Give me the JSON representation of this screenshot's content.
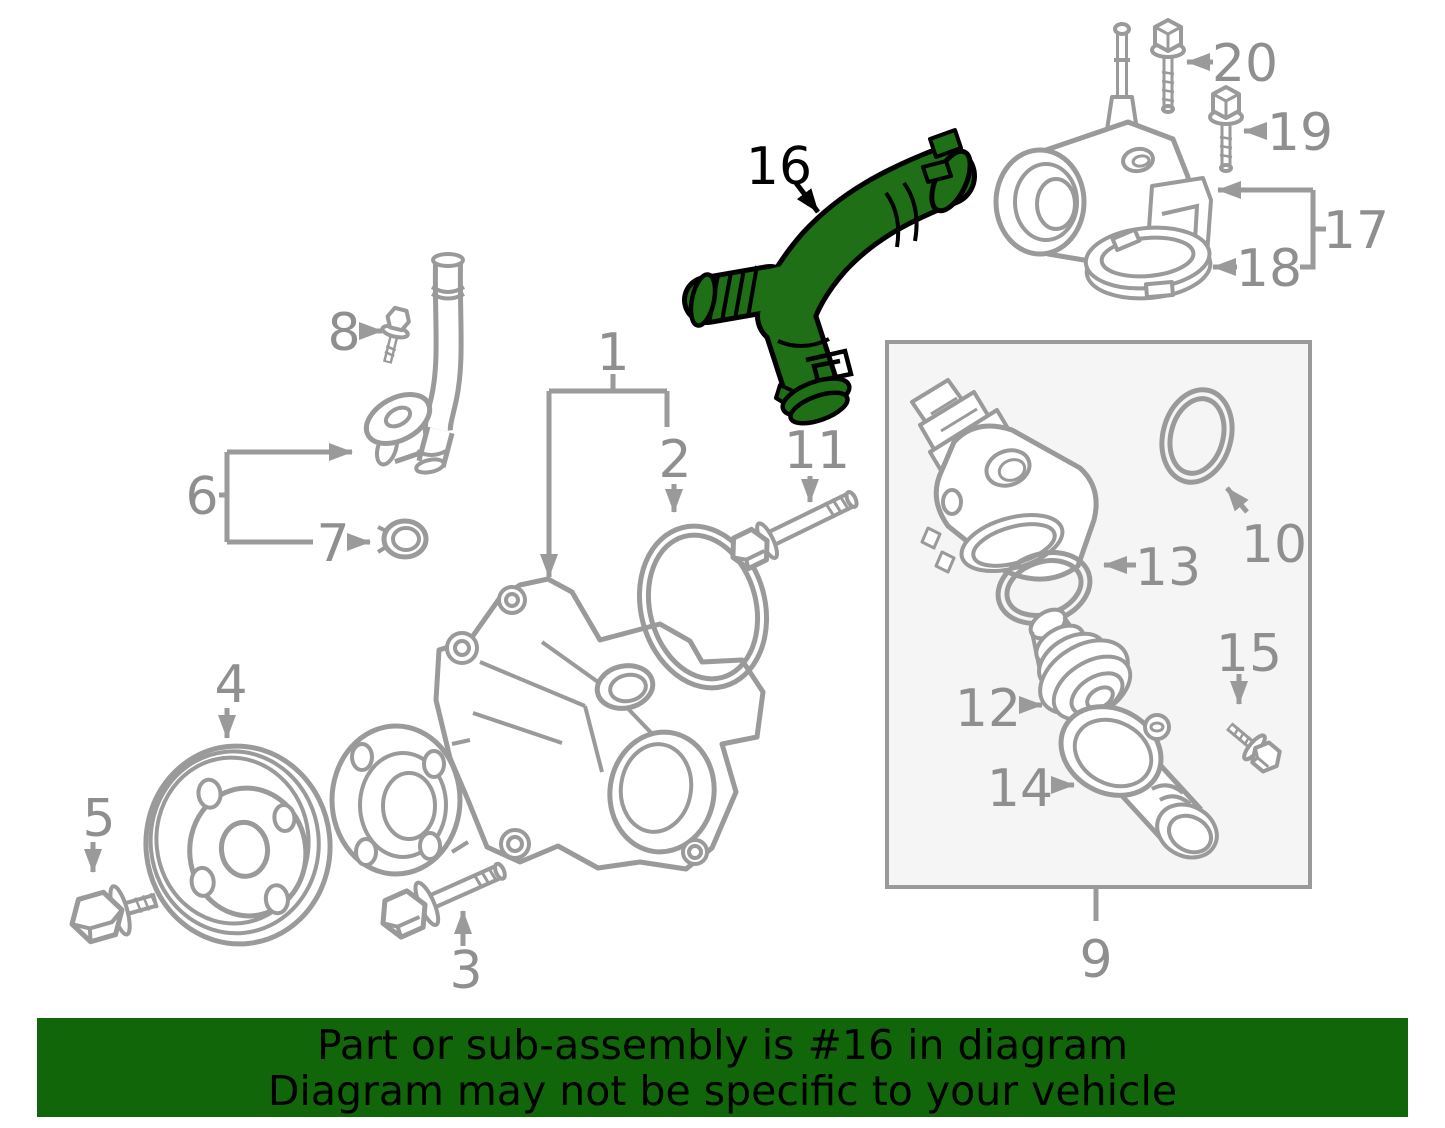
{
  "banner": {
    "line1": "Part or sub-assembly is #16 in diagram",
    "line2": "Diagram may not be specific to your vehicle"
  },
  "diagram": {
    "highlighted_part_number": "16",
    "labels": {
      "1": "1",
      "2": "2",
      "3": "3",
      "4": "4",
      "5": "5",
      "6": "6",
      "7": "7",
      "8": "8",
      "9": "9",
      "10": "10",
      "11": "11",
      "12": "12",
      "13": "13",
      "14": "14",
      "15": "15",
      "16": "16",
      "17": "17",
      "18": "18",
      "19": "19",
      "20": "20"
    },
    "colors": {
      "highlight_green": "#1E6F15",
      "banner_green": "#106608",
      "line_gray": "#9A9A9A",
      "label_gray": "#8F8F8F",
      "outline_black": "#000000",
      "box_fill": "#F5F5F5"
    },
    "parts": [
      {
        "number": "1",
        "icon": "water-pump"
      },
      {
        "number": "2",
        "icon": "o-ring-seal"
      },
      {
        "number": "3",
        "icon": "hex-bolt"
      },
      {
        "number": "4",
        "icon": "water-pump-pulley"
      },
      {
        "number": "5",
        "icon": "hex-flange-bolt"
      },
      {
        "number": "6",
        "icon": "water-bypass-tube"
      },
      {
        "number": "7",
        "icon": "hose-clamp"
      },
      {
        "number": "8",
        "icon": "small-bolt"
      },
      {
        "number": "9",
        "icon": "thermostat-kit-box"
      },
      {
        "number": "10",
        "icon": "o-ring-seal"
      },
      {
        "number": "11",
        "icon": "hex-bolt"
      },
      {
        "number": "12",
        "icon": "thermostat"
      },
      {
        "number": "13",
        "icon": "o-ring-seal"
      },
      {
        "number": "14",
        "icon": "water-outlet-connector"
      },
      {
        "number": "15",
        "icon": "hex-flange-bolt"
      },
      {
        "number": "16",
        "icon": "coolant-outlet-y-tube-highlighted"
      },
      {
        "number": "17",
        "icon": "thermostat-housing"
      },
      {
        "number": "18",
        "icon": "housing-gasket"
      },
      {
        "number": "19",
        "icon": "hex-flange-bolt"
      },
      {
        "number": "20",
        "icon": "hex-flange-bolt"
      }
    ]
  }
}
